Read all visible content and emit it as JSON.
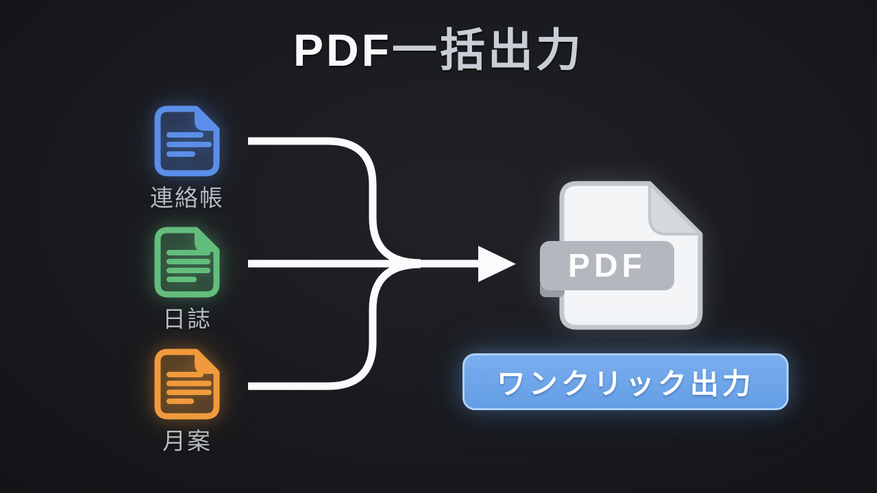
{
  "title": {
    "pdf": "PDF",
    "rest": "一括出力"
  },
  "sources": [
    {
      "icon": "document-icon",
      "label": "連絡帳",
      "color": "#5b8ee8",
      "lines": [
        46,
        58,
        34
      ]
    },
    {
      "icon": "document-icon",
      "label": "日誌",
      "color": "#63bd7d",
      "lines": [
        56,
        56,
        56,
        36
      ]
    },
    {
      "icon": "document-icon",
      "label": "月案",
      "color": "#f09a3c",
      "lines": [
        46,
        58,
        58,
        32
      ]
    }
  ],
  "flow": {
    "arrow_color": "#fafbfc"
  },
  "output": {
    "icon": "pdf-file-icon",
    "badge": "PDF",
    "button": {
      "label": "ワンクリック出力",
      "bg": "#649ee4",
      "bg_light": "#7aaeef",
      "border": "#aed0f7",
      "text_color": "#ffffff"
    }
  }
}
